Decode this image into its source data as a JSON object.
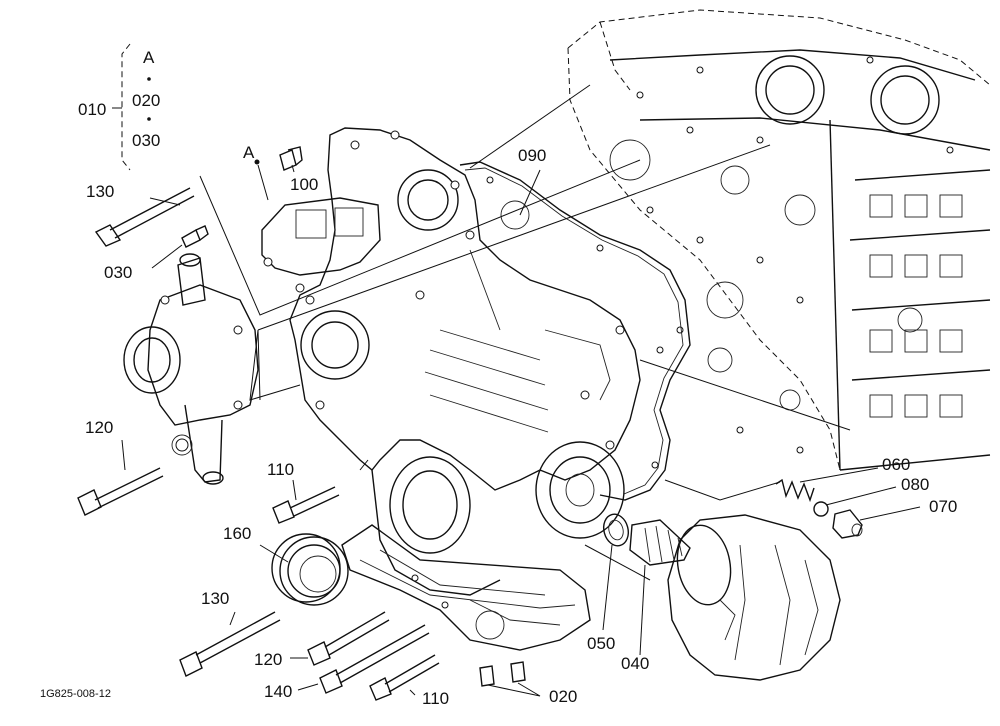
{
  "group": {
    "top": "A",
    "mid": "020",
    "bot": "030",
    "parent": "010"
  },
  "callouts": {
    "a_marker": "A",
    "p100": "100",
    "p130a": "130",
    "p030": "030",
    "p090": "090",
    "p120a": "120",
    "p110a": "110",
    "p160": "160",
    "p130b": "130",
    "p120b": "120",
    "p140": "140",
    "p110b": "110",
    "p020": "020",
    "p050": "050",
    "p040": "040",
    "p060": "060",
    "p080": "080",
    "p070": "070"
  },
  "figure_code": "1G825-008-12"
}
